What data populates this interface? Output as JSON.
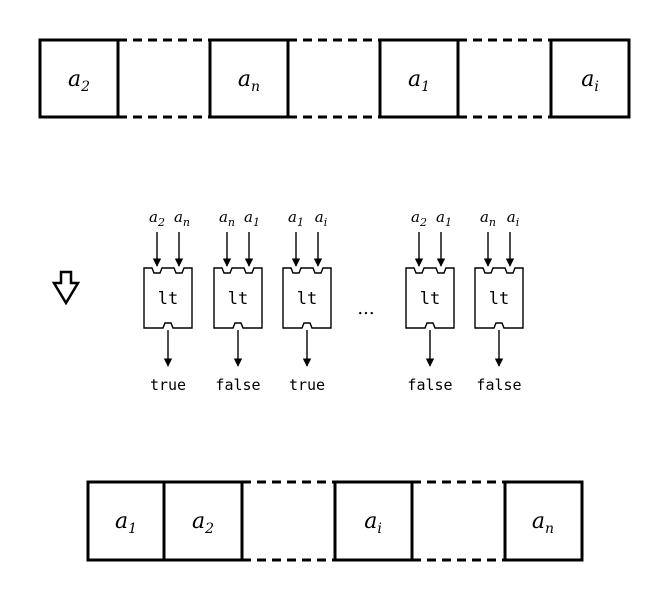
{
  "top_array": [
    {
      "base": "a",
      "sub": "2"
    },
    {
      "base": "",
      "sub": ""
    },
    {
      "base": "a",
      "sub": "n"
    },
    {
      "base": "",
      "sub": ""
    },
    {
      "base": "a",
      "sub": "1"
    },
    {
      "base": "",
      "sub": ""
    },
    {
      "base": "a",
      "sub": "i"
    }
  ],
  "comparators": [
    {
      "in1": {
        "base": "a",
        "sub": "2"
      },
      "in2": {
        "base": "a",
        "sub": "n"
      },
      "label": "lt",
      "output": "true"
    },
    {
      "in1": {
        "base": "a",
        "sub": "n"
      },
      "in2": {
        "base": "a",
        "sub": "1"
      },
      "label": "lt",
      "output": "false"
    },
    {
      "in1": {
        "base": "a",
        "sub": "1"
      },
      "in2": {
        "base": "a",
        "sub": "i"
      },
      "label": "lt",
      "output": "true"
    },
    {
      "in1": {
        "base": "a",
        "sub": "2"
      },
      "in2": {
        "base": "a",
        "sub": "1"
      },
      "label": "lt",
      "output": "false"
    },
    {
      "in1": {
        "base": "a",
        "sub": "n"
      },
      "in2": {
        "base": "a",
        "sub": "i"
      },
      "label": "lt",
      "output": "false"
    }
  ],
  "ellipsis": "...",
  "bottom_array": [
    {
      "base": "a",
      "sub": "1"
    },
    {
      "base": "a",
      "sub": "2"
    },
    {
      "base": "",
      "sub": ""
    },
    {
      "base": "a",
      "sub": "i"
    },
    {
      "base": "",
      "sub": ""
    },
    {
      "base": "a",
      "sub": "n"
    }
  ]
}
